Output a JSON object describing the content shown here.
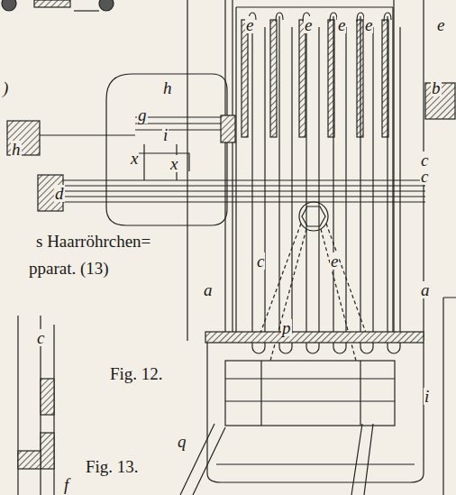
{
  "diagram": {
    "labels": [
      ")",
      "h",
      "g",
      "i",
      "x",
      "x",
      "h",
      "d",
      "b",
      "e",
      "e",
      "e",
      "e",
      "e",
      "c",
      "c",
      "c",
      "e",
      "a",
      "a",
      "s Haarröhrchen=",
      "pparat. (13)",
      "p",
      "Fig. 12.",
      "q",
      "c",
      "Fig. 13.",
      "f",
      "i"
    ]
  }
}
